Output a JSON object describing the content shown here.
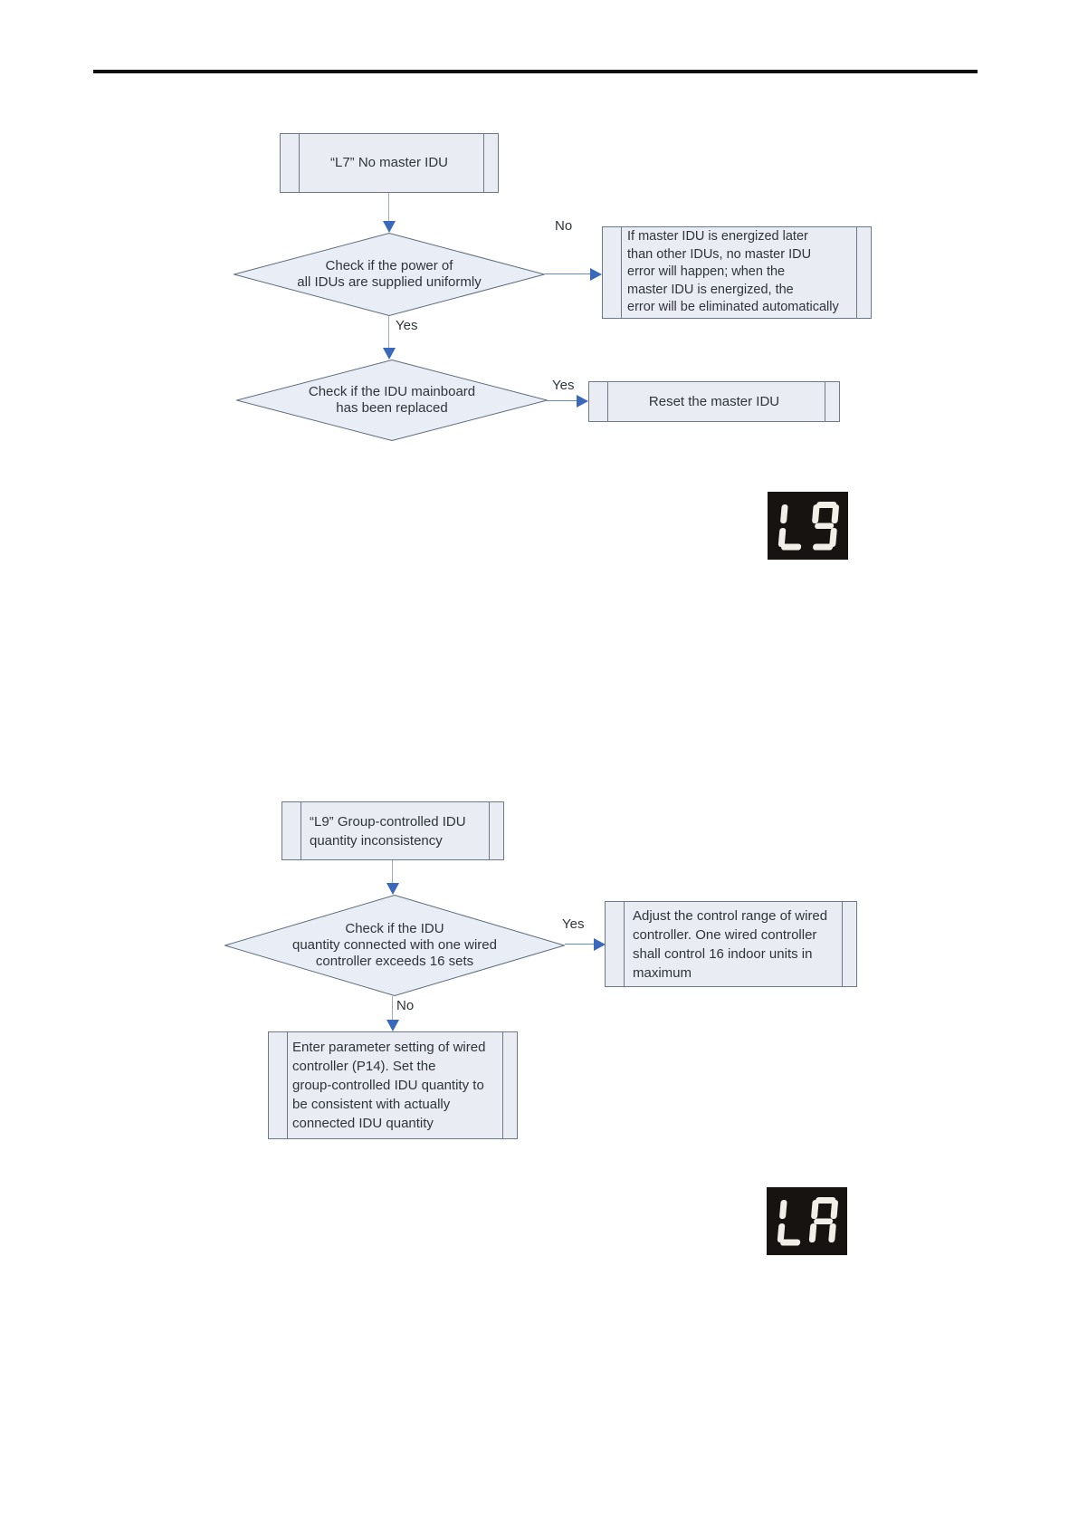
{
  "error_l7": {
    "title": "“L7” No master IDU",
    "decision1": "Check if the power of\nall IDUs are supplied uniformly",
    "decision1_no_label": "No",
    "no_result": "If master IDU is energized later\nthan other IDUs, no master IDU\nerror will happen; when the\nmaster IDU is energized, the\nerror will be eliminated automatically",
    "decision1_yes_label": "Yes",
    "decision2": "Check if the IDU mainboard\nhas been replaced",
    "decision2_yes_label": "Yes",
    "yes_result": "Reset the master IDU"
  },
  "display_l9": {
    "code": "L9"
  },
  "error_l9": {
    "title": "“L9” Group-controlled IDU\nquantity inconsistency",
    "decision": "Check if the IDU\nquantity connected with one wired\ncontroller exceeds 16 sets",
    "decision_yes_label": "Yes",
    "yes_result": "Adjust the control range of wired\ncontroller. One wired controller\nshall control 16 indoor units in\nmaximum",
    "decision_no_label": "No",
    "no_result": "Enter parameter setting of wired\ncontroller (P14). Set the\ngroup-controlled IDU quantity to\nbe consistent with actually\nconnected IDU quantity"
  },
  "display_la": {
    "code": "LA"
  },
  "colors": {
    "box_fill": "#e9edf3",
    "box_border": "#6e7987",
    "diamond_fill": "#e9eef6",
    "connector_gray": "#a2aab8",
    "connector_blue": "#6487c5",
    "arrow_blue": "#3a68ba",
    "display_background": "#161311",
    "display_segment": "#f2efe9",
    "divider": "#0c0c0c"
  }
}
